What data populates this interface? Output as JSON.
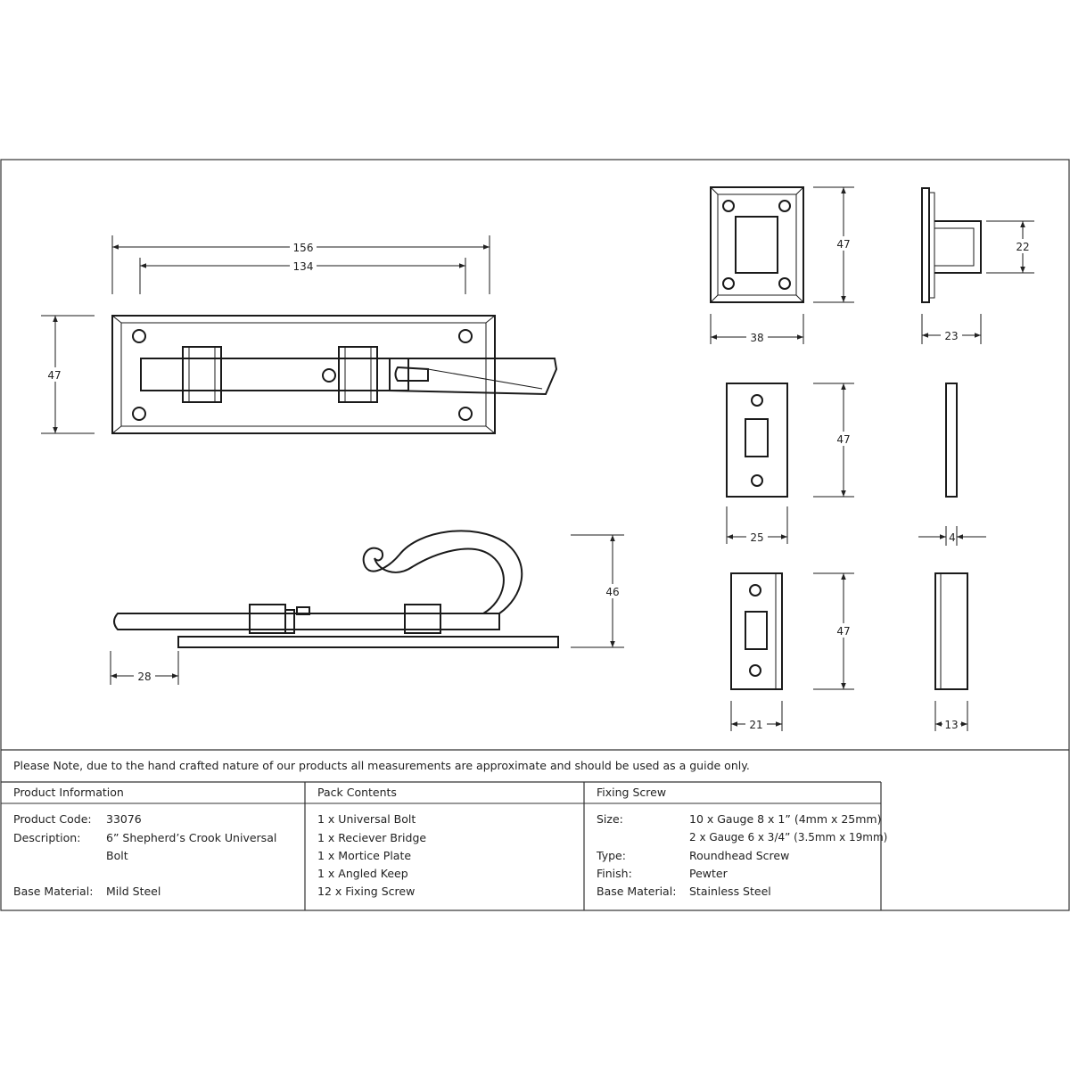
{
  "dimensions": {
    "bolt_overall_length": "156",
    "bolt_hole_centres": "134",
    "bolt_plate_height": "47",
    "bolt_side_height": "46",
    "bolt_offset": "28",
    "bridge_height": "47",
    "bridge_width": "38",
    "bridge_side_height": "22",
    "bridge_side_depth": "23",
    "mortice_height": "47",
    "mortice_width": "25",
    "mortice_thickness": "4",
    "keep_height": "47",
    "keep_width": "21",
    "keep_depth": "13"
  },
  "note": "Please Note, due to the hand crafted nature of our products all measurements are approximate and should be used as a guide only.",
  "product_info": {
    "header": "Product Information",
    "code_label": "Product Code:",
    "code_value": "33076",
    "description_label": "Description:",
    "description_line1": "6” Shepherd’s Crook Universal",
    "description_line2": "Bolt",
    "material_label": "Base Material:",
    "material_value": "Mild Steel"
  },
  "pack_contents": {
    "header": "Pack Contents",
    "items": [
      "1 x Universal Bolt",
      "1 x Reciever Bridge",
      "1 x Mortice Plate",
      "1 x Angled Keep",
      "12 x Fixing Screw"
    ]
  },
  "fixing_screw": {
    "header": "Fixing Screw",
    "size_label": "Size:",
    "size_value1": "10 x Gauge 8 x 1” (4mm x 25mm)",
    "size_value2": "2 x Gauge 6 x 3/4” (3.5mm x 19mm)",
    "type_label": "Type:",
    "type_value": "Roundhead Screw",
    "finish_label": "Finish:",
    "finish_value": "Pewter",
    "material_label": "Base Material:",
    "material_value": "Stainless Steel"
  }
}
